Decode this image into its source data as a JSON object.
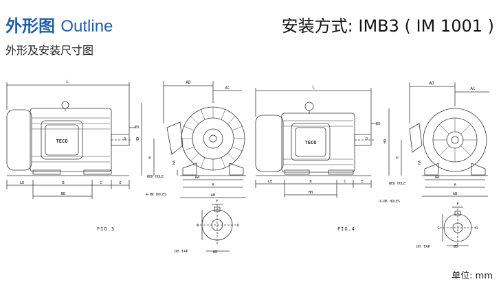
{
  "header": {
    "title_cn": "外形图",
    "title_en": "Outline",
    "subtitle": "外形及安装尺寸图",
    "mounting": "安装方式: IMB3 ( IM 1001 )"
  },
  "footer": {
    "unit": "单位:  mm"
  },
  "figure3": {
    "label": "FIG.3",
    "brand": "TECO",
    "dims": {
      "L": "L",
      "AD": "AD",
      "AC": "AC",
      "ED": "ED",
      "D": "D",
      "HD": "HD",
      "H": "H",
      "LE": "LE",
      "B": "B",
      "C": "C",
      "E": "E",
      "BB": "BB",
      "A": "A",
      "AB": "AB",
      "AA": "AA",
      "HA": "HA",
      "F": "F",
      "G": "G",
      "K_holes": "4-ØK HOLES",
      "EK_holes": "ØEK HOLE",
      "DH_tap": "DH TAP",
      "phiD": "ØD"
    }
  },
  "figure4": {
    "label": "FIG.4",
    "brand": "TECO",
    "dims": {
      "L": "L",
      "AD": "AD",
      "AC": "AC",
      "ED": "ED",
      "D": "D",
      "HD": "HD",
      "H": "H",
      "LE": "LE",
      "B": "B",
      "C": "C",
      "E": "E",
      "BB": "BB",
      "A": "A",
      "AB": "AB",
      "AA": "AA",
      "HA": "HA",
      "F": "F",
      "G": "G",
      "K_holes": "4-ØK HOLES",
      "EK_holes": "ØEK HOLE",
      "DH_tap": "DH TAP",
      "phiD": "ØD"
    }
  }
}
